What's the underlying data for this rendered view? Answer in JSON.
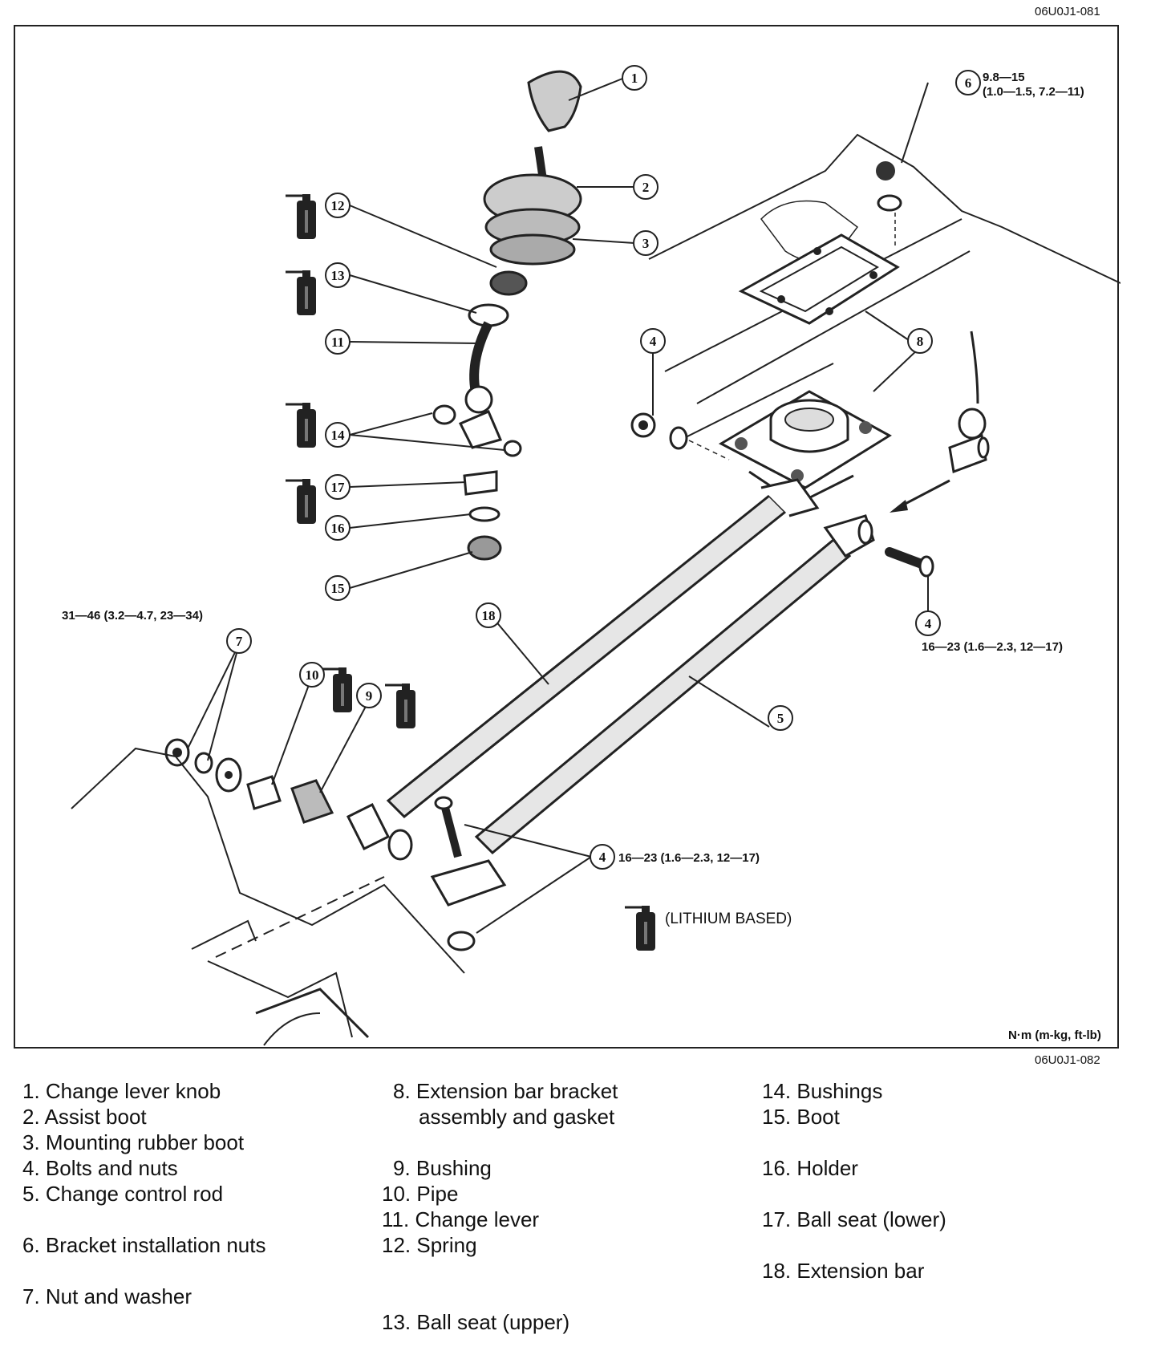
{
  "reference_top": "06U0J1-081",
  "reference_bottom": "06U0J1-082",
  "units_note": "N·m (m-kg, ft-lb)",
  "callout_numbers": [
    "1",
    "2",
    "3",
    "4",
    "5",
    "6",
    "7",
    "8",
    "9",
    "10",
    "11",
    "12",
    "13",
    "14",
    "15",
    "16",
    "17",
    "18"
  ],
  "torque_specs": {
    "bracket_nuts_line1": "9.8—15",
    "bracket_nuts_line2": "(1.0—1.5, 7.2—11)",
    "nut_washer": "31—46 (3.2—4.7, 23—34)",
    "bolt_right": "16—23 (1.6—2.3, 12—17)",
    "bolt_bottom": "16—23 (1.6—2.3, 12—17)"
  },
  "grease_note": "(LITHIUM BASED)",
  "legend": {
    "col1": [
      "1. Change lever knob",
      "2. Assist boot",
      "3. Mounting rubber boot",
      "4. Bolts and nuts",
      "5. Change control rod",
      "6. Bracket installation nuts",
      "7. Nut and washer"
    ],
    "col2": [
      "8. Extension bar bracket",
      "assembly and gasket",
      "9. Bushing",
      "10. Pipe",
      "11. Change lever",
      "12. Spring",
      "13. Ball seat (upper)"
    ],
    "col3": [
      "14. Bushings",
      "15. Boot",
      "16. Holder",
      "17. Ball seat (lower)",
      "18. Extension bar"
    ]
  }
}
